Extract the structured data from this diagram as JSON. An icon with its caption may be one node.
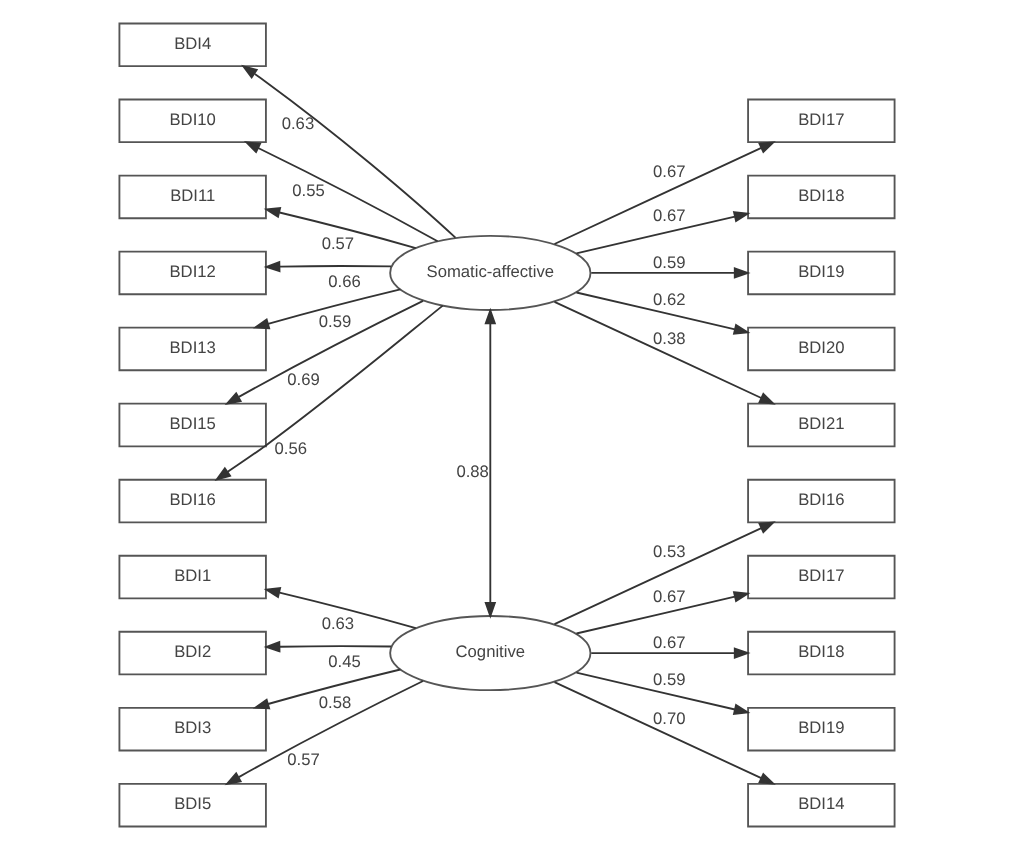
{
  "diagram": {
    "nodes": [
      {
        "text": [
          "Somatic-affective"
        ]
      },
      {
        "text": [
          "BDI4"
        ]
      },
      {
        "text": [
          "BDI10"
        ]
      },
      {
        "text": [
          "BDI11"
        ]
      },
      {
        "text": [
          "BDI12"
        ]
      },
      {
        "text": [
          "BDI13"
        ]
      },
      {
        "text": [
          "BDI15"
        ]
      },
      {
        "text": [
          "BDI16"
        ]
      },
      {
        "text": [
          "BDI17"
        ]
      },
      {
        "text": [
          "BDI18"
        ]
      },
      {
        "text": [
          "BDI19"
        ]
      },
      {
        "text": [
          "BDI20"
        ]
      },
      {
        "text": [
          "BDI21"
        ]
      },
      {
        "text": [
          "Cognitive"
        ]
      },
      {
        "text": [
          "BDI1"
        ]
      },
      {
        "text": [
          "BDI2"
        ]
      },
      {
        "text": [
          "BDI3"
        ]
      },
      {
        "text": [
          "BDI5"
        ]
      },
      {
        "text": [
          "BDI16"
        ]
      },
      {
        "text": [
          "BDI17"
        ]
      },
      {
        "text": [
          "BDI18"
        ]
      },
      {
        "text": [
          "BDI19"
        ]
      },
      {
        "text": [
          "BDI14"
        ]
      }
    ],
    "edges": [
      {
        "from": 0,
        "to": 1,
        "arrow": "to",
        "label": "0.63"
      },
      {
        "from": 0,
        "to": 2,
        "arrow": "to",
        "label": "0.55"
      },
      {
        "from": 0,
        "to": 3,
        "arrow": "to",
        "label": "0.57"
      },
      {
        "from": 0,
        "to": 4,
        "arrow": "to",
        "label": "0.66"
      },
      {
        "from": 0,
        "to": 5,
        "arrow": "to",
        "label": "0.59"
      },
      {
        "from": 0,
        "to": 6,
        "arrow": "to",
        "label": "0.69"
      },
      {
        "from": 0,
        "to": 7,
        "arrow": "to",
        "label": "0.56"
      },
      {
        "from": 0,
        "to": 8,
        "arrow": "to",
        "label": "0.67"
      },
      {
        "from": 0,
        "to": 9,
        "arrow": "to",
        "label": "0.67"
      },
      {
        "from": 0,
        "to": 10,
        "arrow": "to",
        "label": "0.59"
      },
      {
        "from": 0,
        "to": 11,
        "arrow": "to",
        "label": "0.62"
      },
      {
        "from": 0,
        "to": 12,
        "arrow": "to",
        "label": "0.38"
      },
      {
        "from": 0,
        "to": 13,
        "arrow": "both",
        "label": "0.88"
      },
      {
        "from": 13,
        "to": 14,
        "arrow": "to",
        "label": "0.63"
      },
      {
        "from": 13,
        "to": 15,
        "arrow": "to",
        "label": "0.45"
      },
      {
        "from": 13,
        "to": 16,
        "arrow": "to",
        "label": "0.58"
      },
      {
        "from": 13,
        "to": 17,
        "arrow": "to",
        "label": "0.57"
      },
      {
        "from": 13,
        "to": 18,
        "arrow": "to",
        "label": "0.53"
      },
      {
        "from": 13,
        "to": 19,
        "arrow": "to",
        "label": "0.67"
      },
      {
        "from": 13,
        "to": 20,
        "arrow": "to",
        "label": "0.67"
      },
      {
        "from": 13,
        "to": 21,
        "arrow": "to",
        "label": "0.59"
      },
      {
        "from": 13,
        "to": 22,
        "arrow": "to",
        "label": "0.70"
      }
    ]
  }
}
